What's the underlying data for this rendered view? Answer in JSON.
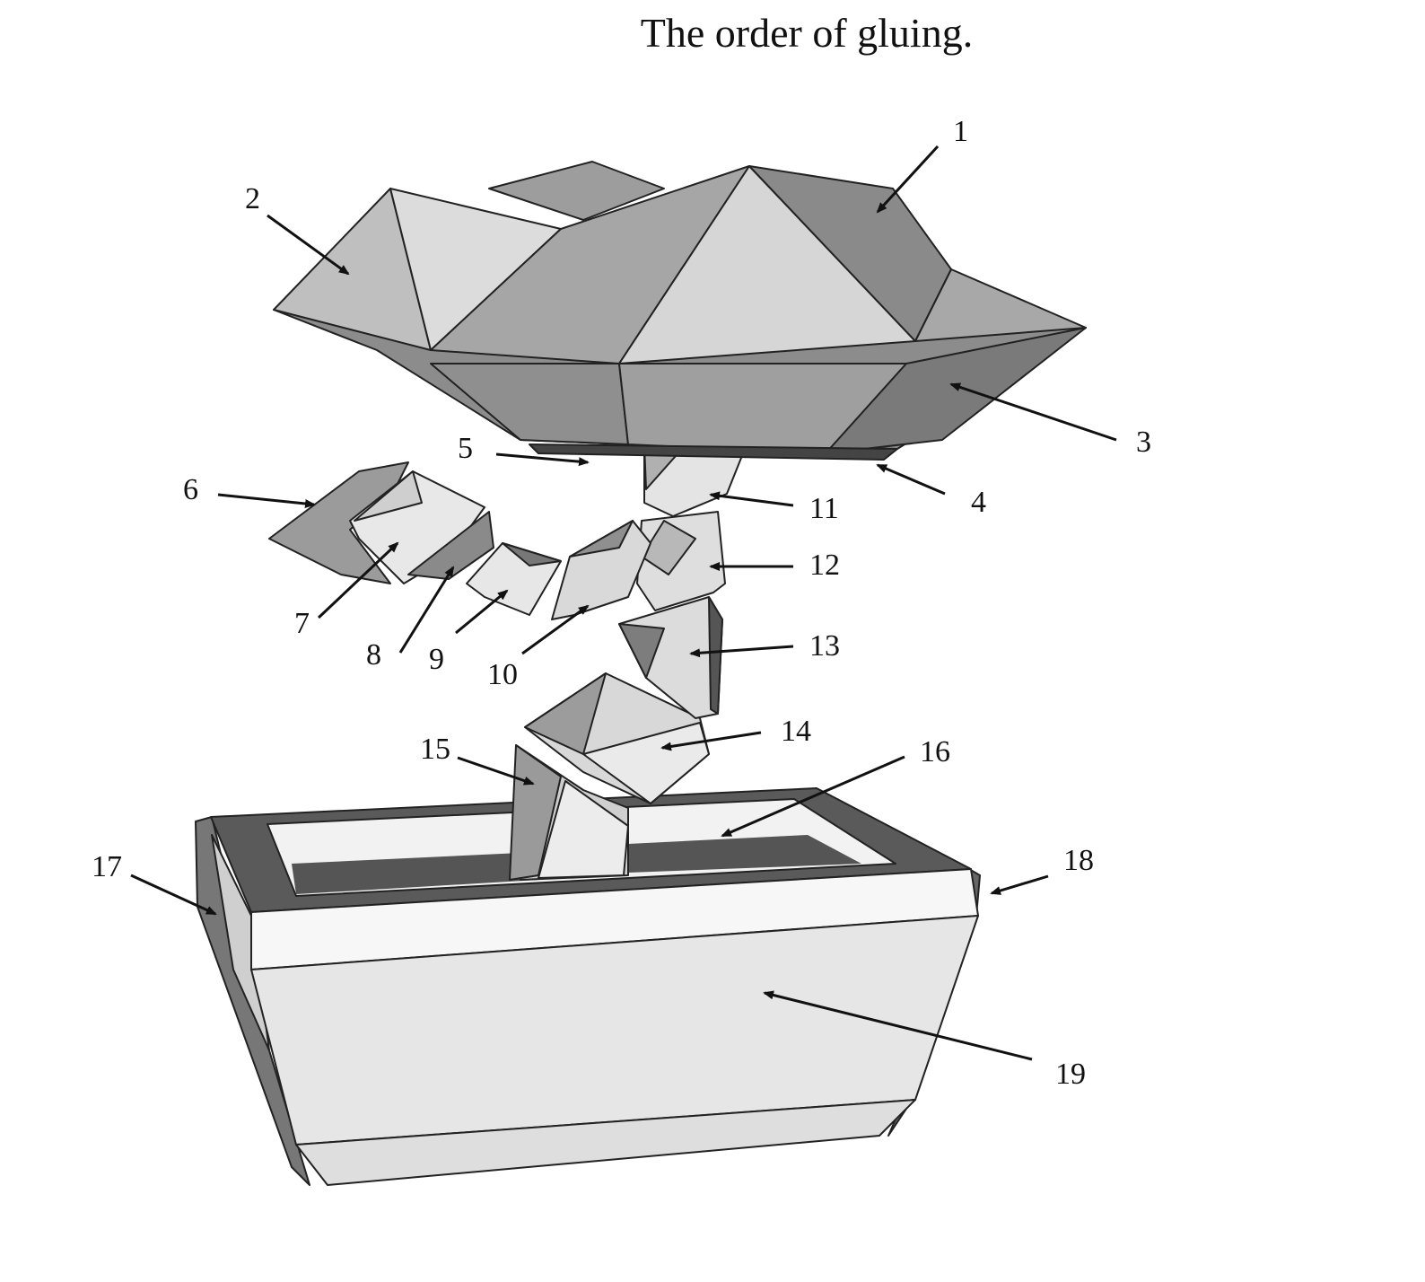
{
  "title": "The order of gluing.",
  "callouts": [
    {
      "id": "1",
      "label": "1"
    },
    {
      "id": "2",
      "label": "2"
    },
    {
      "id": "3",
      "label": "3"
    },
    {
      "id": "4",
      "label": "4"
    },
    {
      "id": "5",
      "label": "5"
    },
    {
      "id": "6",
      "label": "6"
    },
    {
      "id": "7",
      "label": "7"
    },
    {
      "id": "8",
      "label": "8"
    },
    {
      "id": "9",
      "label": "9"
    },
    {
      "id": "10",
      "label": "10"
    },
    {
      "id": "11",
      "label": "11"
    },
    {
      "id": "12",
      "label": "12"
    },
    {
      "id": "13",
      "label": "13"
    },
    {
      "id": "14",
      "label": "14"
    },
    {
      "id": "15",
      "label": "15"
    },
    {
      "id": "16",
      "label": "16"
    },
    {
      "id": "17",
      "label": "17"
    },
    {
      "id": "18",
      "label": "18"
    },
    {
      "id": "19",
      "label": "19"
    }
  ],
  "colors": {
    "light": "#e4e4e4",
    "mid": "#b4b4b4",
    "dark": "#8a8a8a",
    "darker": "#666666",
    "rim": "#555555",
    "white": "#f6f6f6"
  }
}
